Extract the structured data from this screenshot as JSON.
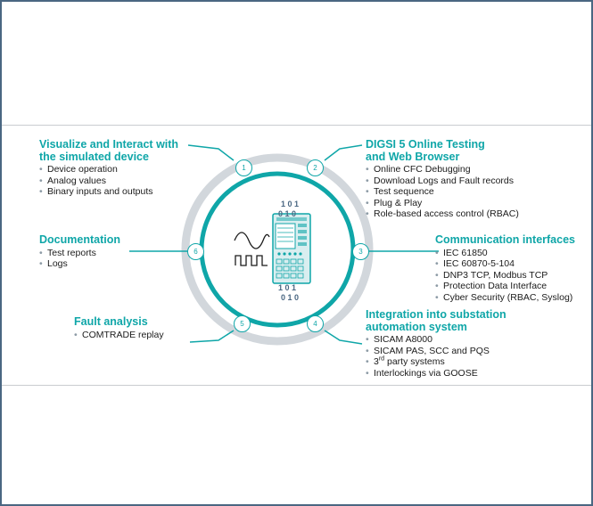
{
  "colors": {
    "accent": "#0fa6a8",
    "frame": "#4a6782",
    "ring": "#d2d7dc",
    "text": "#1b1b1b"
  },
  "blocks": {
    "visualize": {
      "title_line1": "Visualize and Interact with",
      "title_line2": "the simulated device",
      "items": [
        "Device operation",
        "Analog values",
        "Binary inputs and outputs"
      ]
    },
    "digsi": {
      "title_line1": "DIGSI 5 Online Testing",
      "title_line2": "and Web Browser",
      "items": [
        "Online CFC Debugging",
        "Download Logs and Fault records",
        "Test sequence",
        "Plug & Play",
        "Role-based access control (RBAC)"
      ]
    },
    "documentation": {
      "title": "Documentation",
      "items": [
        "Test reports",
        "Logs"
      ]
    },
    "communication": {
      "title": "Communication interfaces",
      "items": [
        "IEC 61850",
        "IEC 60870-5-104",
        "DNP3 TCP, Modbus TCP",
        "Protection Data Interface",
        "Cyber Security (RBAC, Syslog)"
      ]
    },
    "fault": {
      "title": "Fault analysis",
      "items": [
        "COMTRADE replay"
      ]
    },
    "integration": {
      "title_line1": "Integration into substation",
      "title_line2": "automation system",
      "items": [
        "SICAM A8000",
        "SICAM PAS, SCC and PQS"
      ],
      "party_number": "3",
      "party_sup": "rd",
      "party_rest": " party systems",
      "last_item": "Interlockings via GOOSE"
    }
  },
  "markers": [
    "1",
    "2",
    "3",
    "4",
    "5",
    "6"
  ],
  "binary_digits": {
    "top_row1": "1 0 1",
    "top_row2": "0 1 0",
    "bottom_row1": "1 0 1",
    "bottom_row2": "0 1 0"
  }
}
